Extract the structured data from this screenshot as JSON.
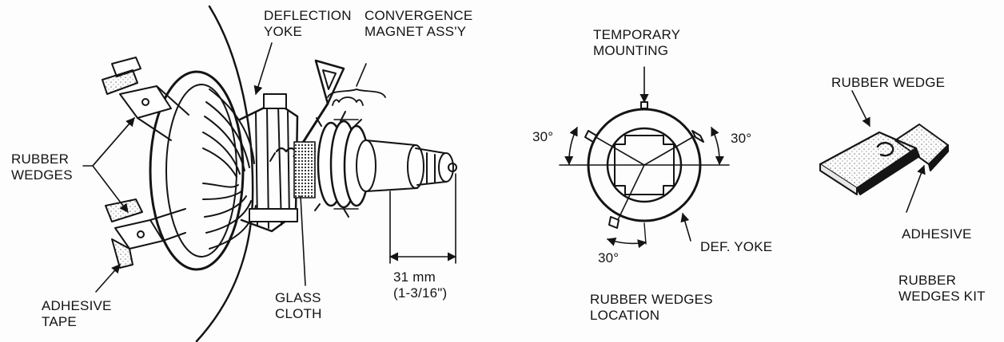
{
  "labels": {
    "deflection_yoke": [
      "DEFLECTION",
      "YOKE"
    ],
    "convergence_magnet": [
      "CONVERGENCE",
      "MAGNET ASS'Y"
    ],
    "rubber_wedges_left": [
      "RUBBER",
      "WEDGES"
    ],
    "adhesive_tape": [
      "ADHESIVE",
      "TAPE"
    ],
    "glass_cloth": [
      "GLASS",
      "CLOTH"
    ],
    "dimension": [
      "31 mm",
      "(1-3/16\")"
    ],
    "temporary_mounting": [
      "TEMPORARY",
      "MOUNTING"
    ],
    "angle_left": "30°",
    "angle_right": "30°",
    "angle_bottom": "30°",
    "def_yoke": "DEF. YOKE",
    "location_caption": [
      "RUBBER WEDGES",
      "LOCATION"
    ],
    "rubber_wedge": "RUBBER WEDGE",
    "adhesive": "ADHESIVE",
    "kit_caption": [
      "RUBBER",
      "WEDGES KIT"
    ]
  },
  "colors": {
    "ink": "#141414",
    "paper": "#fdfdfd",
    "stipple": "#9a9a9a"
  }
}
